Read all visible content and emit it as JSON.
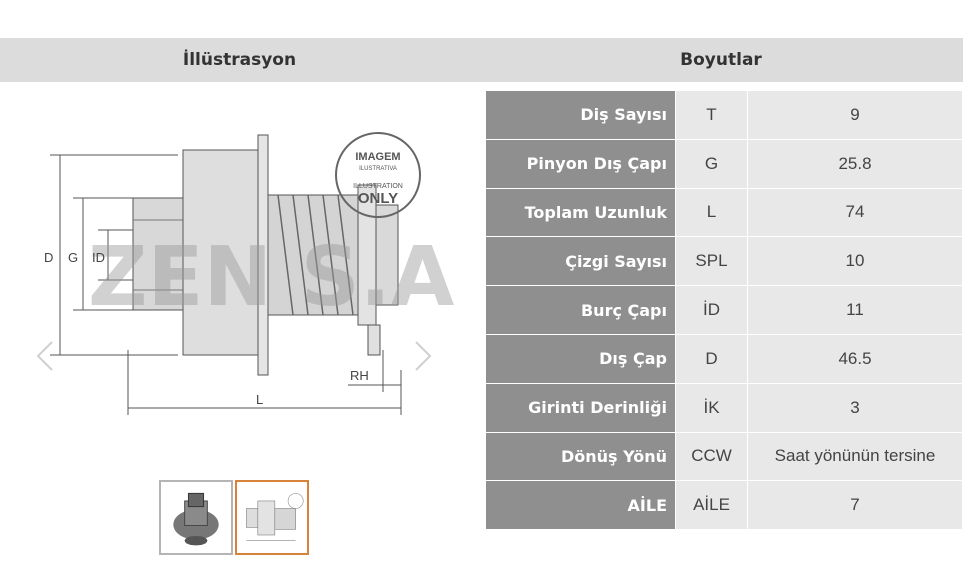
{
  "header": {
    "illustration_title": "İllüstrasyon",
    "dimensions_title": "Boyutlar"
  },
  "drawing": {
    "label_d": "D",
    "label_g": "G",
    "label_id": "ID",
    "label_l": "L",
    "label_rh": "RH",
    "watermark_brand": "ZEN S.A.",
    "stamp_line1": "IMAGEM",
    "stamp_line2": "ILUSTRATIVA",
    "stamp_line3": "ILLUSTRATION",
    "stamp_line4": "ONLY"
  },
  "specs": [
    {
      "label": "Diş Sayısı",
      "code": "T",
      "value": "9"
    },
    {
      "label": "Pinyon Dış Çapı",
      "code": "G",
      "value": "25.8"
    },
    {
      "label": "Toplam Uzunluk",
      "code": "L",
      "value": "74"
    },
    {
      "label": "Çizgi Sayısı",
      "code": "SPL",
      "value": "10"
    },
    {
      "label": "Burç Çapı",
      "code": "İD",
      "value": "11"
    },
    {
      "label": "Dış Çap",
      "code": "D",
      "value": "46.5"
    },
    {
      "label": "Girinti Derinliği",
      "code": "İK",
      "value": "3"
    },
    {
      "label": "Dönüş Yönü",
      "code": "CCW",
      "value": "Saat yönünün tersine"
    },
    {
      "label": "AİLE",
      "code": "AİLE",
      "value": "7"
    }
  ],
  "colors": {
    "header_bg": "#dcdcdc",
    "label_bg": "#8f8f8f",
    "cell_bg": "#e8e8e8",
    "active_thumb_border": "#d9823a"
  }
}
